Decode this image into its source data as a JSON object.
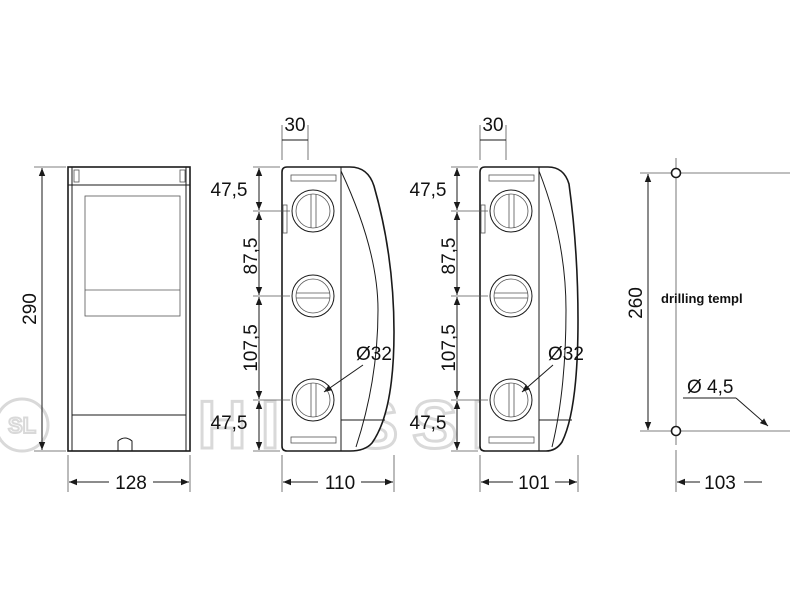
{
  "watermark": {
    "brand": "SCHIESSL",
    "logo_letters": "SL"
  },
  "front_view": {
    "height_label": "290",
    "width_label": "128"
  },
  "side_view_1": {
    "depth_top_label": "30",
    "width_label": "110",
    "spacing_labels": [
      "47,5",
      "87,5",
      "107,5",
      "47,5"
    ],
    "knockout_label": "Ø32"
  },
  "side_view_2": {
    "depth_top_label": "30",
    "width_label": "101",
    "spacing_labels": [
      "47,5",
      "87,5",
      "107,5",
      "47,5"
    ],
    "knockout_label": "Ø32"
  },
  "drilling_template": {
    "title": "drilling templ",
    "height_label": "260",
    "width_label": "103",
    "hole_label": "Ø 4,5"
  }
}
